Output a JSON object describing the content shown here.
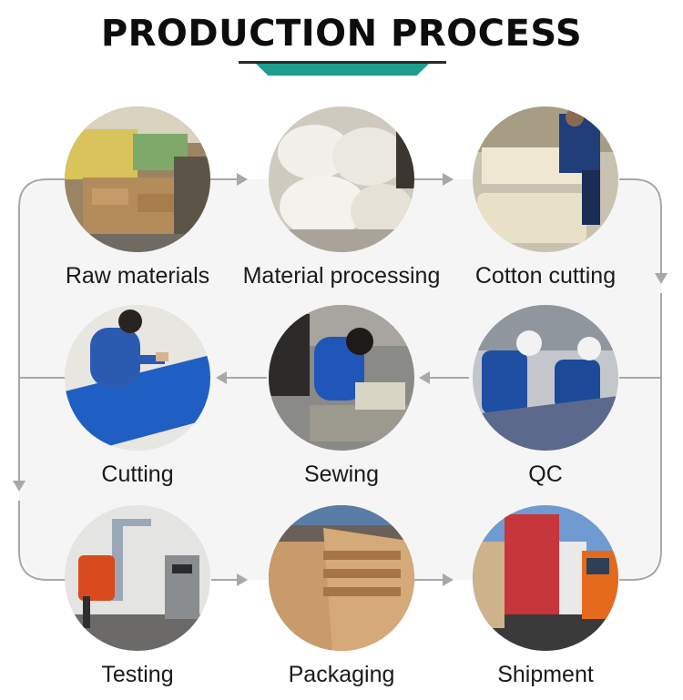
{
  "header": {
    "title": "PRODUCTION PROCESS"
  },
  "steps": [
    {
      "label": "Raw materials",
      "icon": "raw-materials-photo-icon"
    },
    {
      "label": "Material processing",
      "icon": "material-processing-photo-icon"
    },
    {
      "label": "Cotton cutting",
      "icon": "cotton-cutting-photo-icon"
    },
    {
      "label": "Cutting",
      "icon": "cutting-photo-icon"
    },
    {
      "label": "Sewing",
      "icon": "sewing-photo-icon"
    },
    {
      "label": "QC",
      "icon": "qc-photo-icon"
    },
    {
      "label": "Testing",
      "icon": "testing-photo-icon"
    },
    {
      "label": "Packaging",
      "icon": "packaging-photo-icon"
    },
    {
      "label": "Shipment",
      "icon": "shipment-photo-icon"
    }
  ],
  "colors": {
    "accent": "#1f9e8f",
    "flow_line": "#a8a8a8",
    "flow_background": "#f5f5f5"
  }
}
